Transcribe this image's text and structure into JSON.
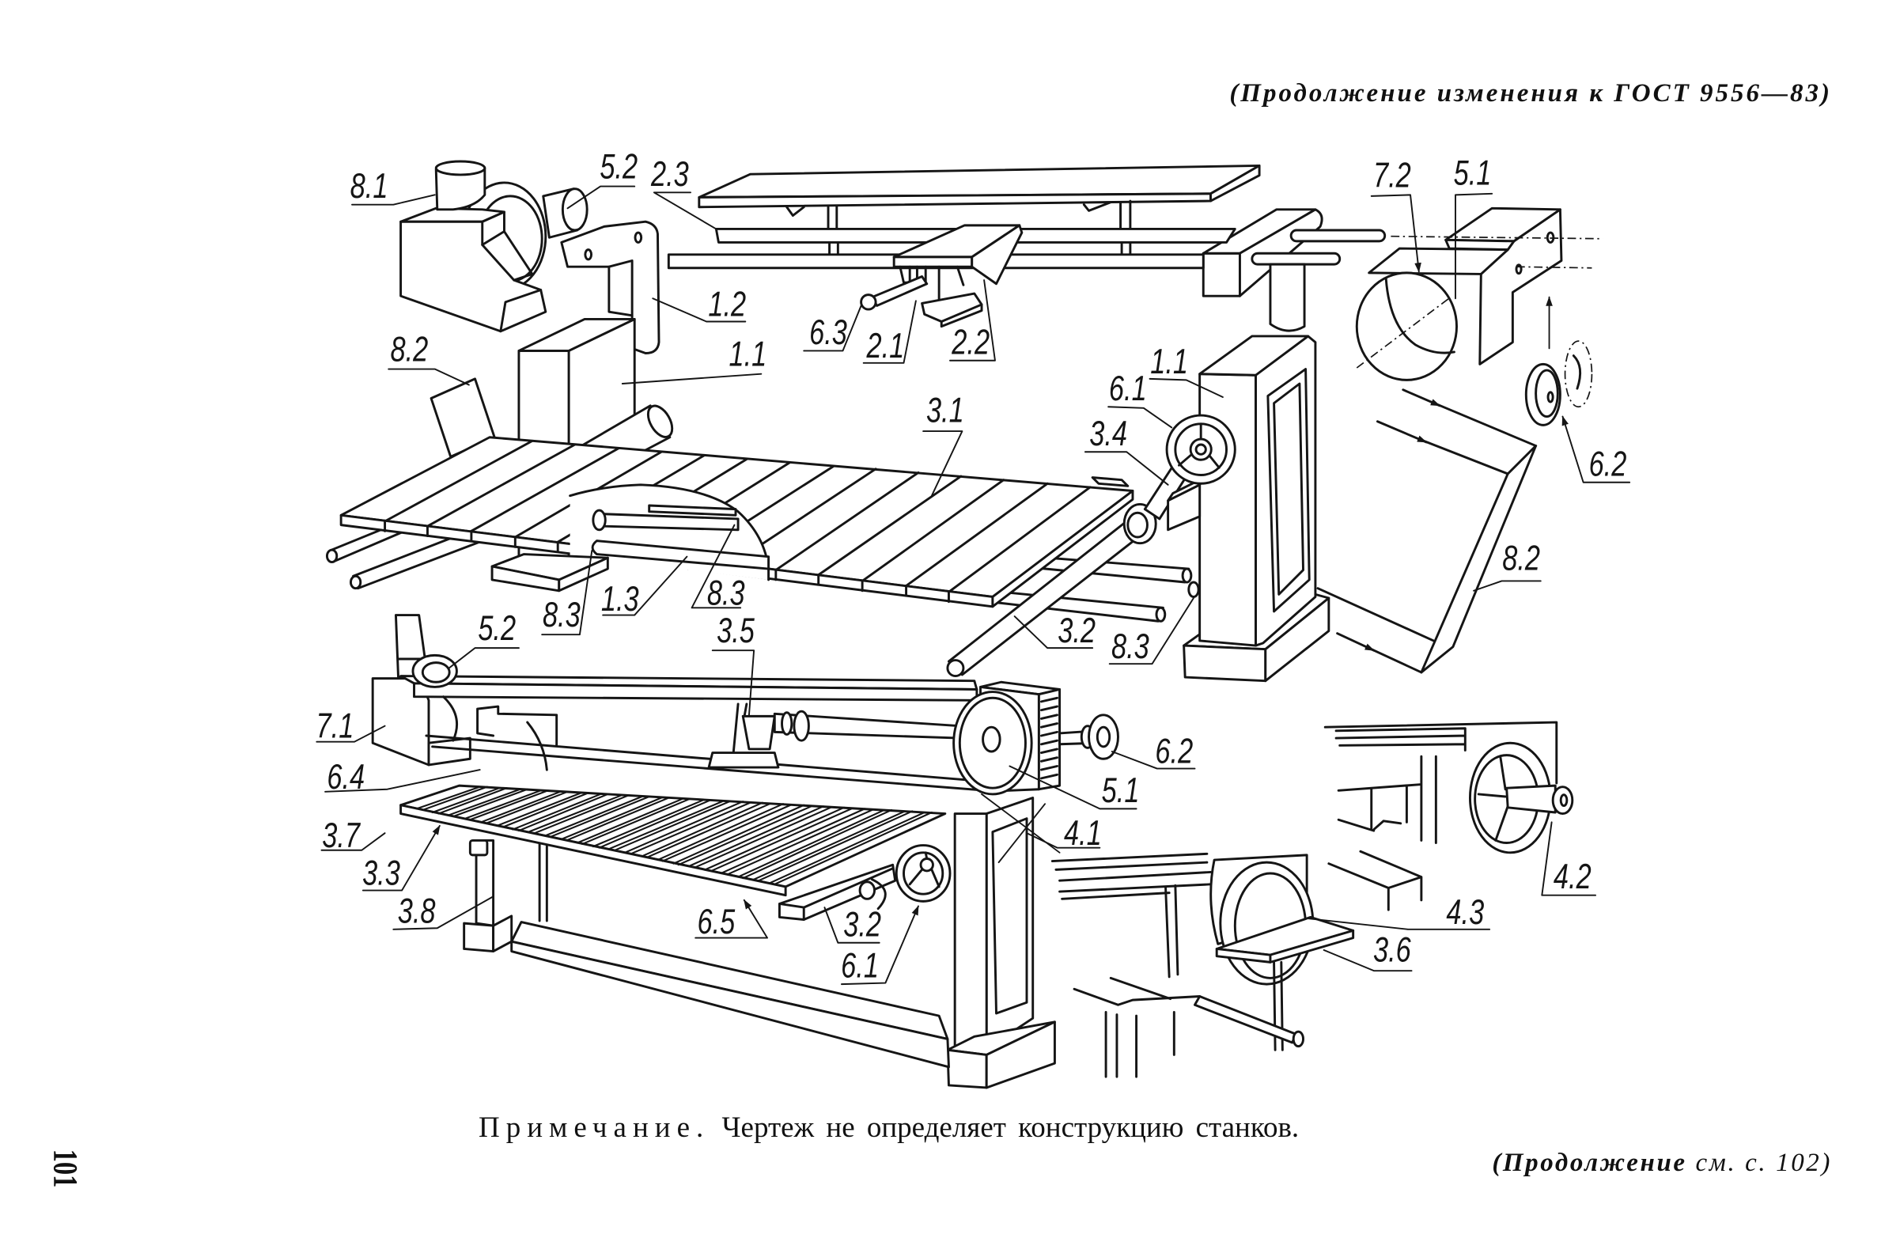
{
  "document": {
    "running_header": "(Продолжение изменения к ГОСТ 9556—83)",
    "note": {
      "label": "Примечание.",
      "text": "Чертеж не определяет конструкцию станков."
    },
    "continuation": {
      "lead": "(Продолжение",
      "rest": "см. с. 102)"
    },
    "page_number": "101"
  },
  "figure": {
    "callouts": [
      "8.1",
      "5.2",
      "2.3",
      "1.2",
      "8.2",
      "1.1",
      "6.3",
      "2.1",
      "2.2",
      "7.2",
      "5.1",
      "6.2",
      "3.1",
      "1.1",
      "6.1",
      "3.4",
      "8.2",
      "8.3",
      "1.3",
      "8.3",
      "3.2",
      "8.3",
      "5.2",
      "3.5",
      "7.1",
      "6.4",
      "6.2",
      "5.1",
      "3.7",
      "4.1",
      "3.3",
      "4.2",
      "3.8",
      "4.3",
      "6.5",
      "3.2",
      "3.6",
      "6.1"
    ]
  }
}
